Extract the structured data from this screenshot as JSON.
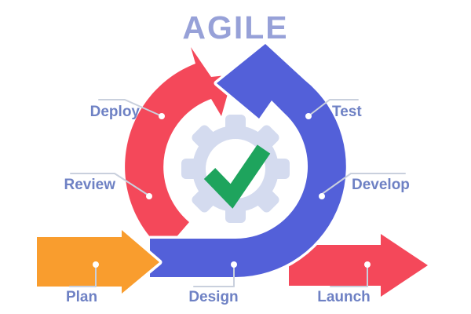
{
  "title": "AGILE",
  "labels": {
    "deploy": "Deploy",
    "test": "Test",
    "review": "Review",
    "develop": "Develop",
    "plan": "Plan",
    "design": "Design",
    "launch": "Launch"
  },
  "icons": {
    "center_gear": "gear-icon",
    "center_check": "checkmark-icon",
    "red_loop": "red-cycle-arrow",
    "blue_loop": "blue-cycle-arrow",
    "plan_arrow": "orange-right-arrow",
    "launch_arrow": "red-right-arrow"
  },
  "colors": {
    "red": "#f4485a",
    "blue": "#5360d9",
    "orange": "#f99d2e",
    "green": "#1ea45d",
    "gear": "#d4dbef",
    "title_text": "#97a1d8",
    "label_text": "#6e81c4",
    "connector": "#c9d0dd",
    "dot": "#ffffff",
    "background": "#ffffff"
  }
}
